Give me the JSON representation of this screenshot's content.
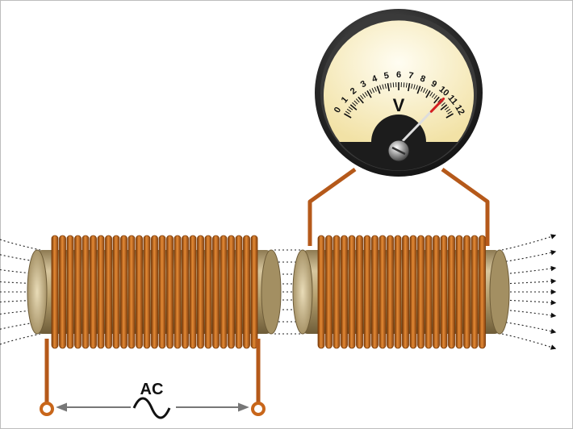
{
  "source_label": "AC",
  "meter": {
    "unit_symbol": "V",
    "scale_ticks": [
      "0",
      "1",
      "2",
      "3",
      "4",
      "5",
      "6",
      "7",
      "8",
      "9",
      "10",
      "11",
      "12"
    ],
    "reading": 10.4
  },
  "colors": {
    "copper": "#c8661a",
    "copper_dark": "#7a3a08",
    "core": "#b09a6e",
    "dial_face": "#fdf6d8",
    "bezel": "#2b2b2b",
    "needle": "#d42020"
  }
}
